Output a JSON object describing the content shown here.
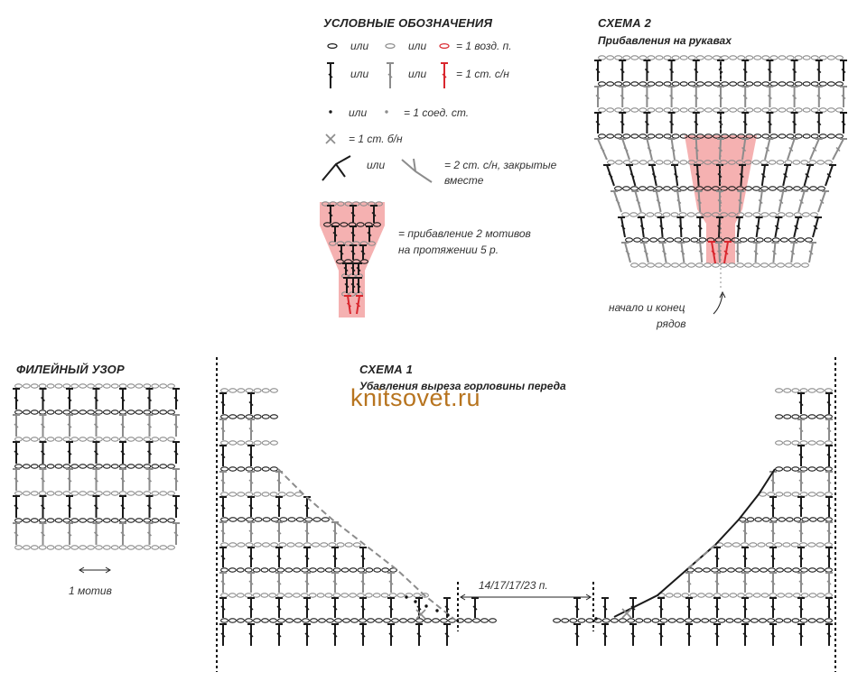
{
  "legend": {
    "title": "УСЛОВНЫЕ ОБОЗНАЧЕНИЯ",
    "or": "или",
    "chain": "= 1 возд. п.",
    "dc": "= 1 ст. с/н",
    "slip": "= 1 соед. ст.",
    "sc": "= 1 ст. б/н",
    "dc2tog_1": "= 2 ст. с/н, закрытые",
    "dc2tog_2": "вместе",
    "increase_1": "= прибавление 2 мотивов",
    "increase_2": "на протяжении 5 р."
  },
  "scheme2": {
    "title": "СХЕМА 2",
    "subtitle": "Прибавления на рукавах",
    "note_1": "начало и конец",
    "note_2": "рядов"
  },
  "filet": {
    "title": "ФИЛЕЙНЫЙ УЗОР",
    "motif": "1 мотив"
  },
  "scheme1": {
    "title": "СХЕМА 1",
    "subtitle": "Убавления выреза горловины переда",
    "measure": "14/17/17/23 п."
  },
  "watermark": "knitsovet.ru",
  "colors": {
    "black": "#1a1a1a",
    "gray": "#8c8c8c",
    "red": "#d9272e",
    "pink": "#f4a9a9"
  }
}
